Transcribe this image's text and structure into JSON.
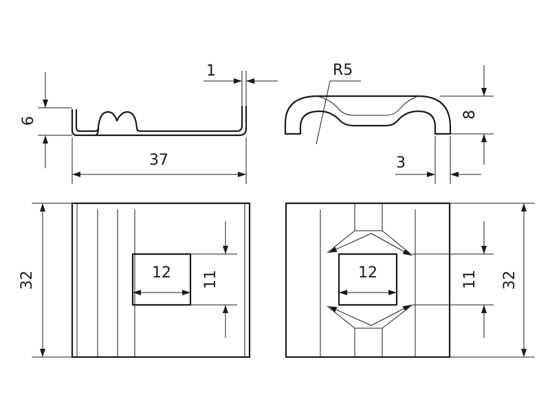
{
  "labels": {
    "thickness": "1",
    "height_left": "6",
    "length": "37",
    "radius": "R5",
    "height_right": "8",
    "leg_width": "3",
    "width_left": "32",
    "hole_w_left": "12",
    "hole_h_left": "11",
    "hole_w_right": "12",
    "hole_h_right": "11",
    "width_right": "32"
  }
}
